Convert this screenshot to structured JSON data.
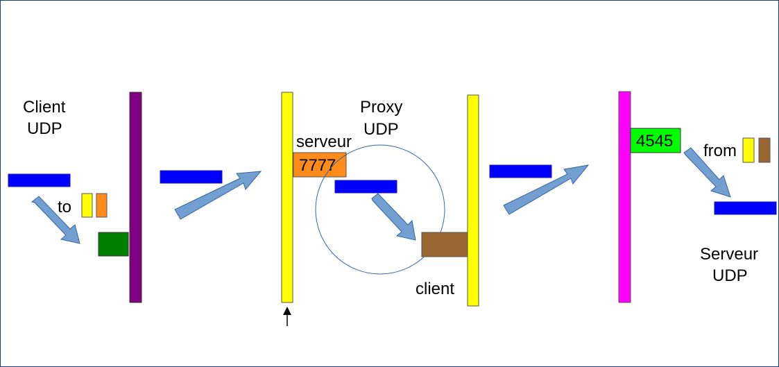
{
  "labels": {
    "client_title_line1": "Client",
    "client_title_line2": "UDP",
    "to_label": "to",
    "proxy_title_line1": "Proxy",
    "proxy_title_line2": "UDP",
    "serveur_label": "serveur",
    "port_7777": "7777",
    "client_label": "client",
    "port_4545": "4545",
    "from_label": "from",
    "server_title_line1": "Serveur",
    "server_title_line2": "UDP"
  },
  "colors": {
    "packet": "#0000ff",
    "client_socket_bar": "#800080",
    "client_port_box": "#008000",
    "proxy_bar": "#ffff00",
    "proxy_server_port": "#ff8c1a",
    "proxy_client_port": "#996633",
    "server_bar": "#ff00ff",
    "server_port_box": "#00ff00",
    "arrow_fill": "#729fcf",
    "arrow_stroke": "#3465a4",
    "circle_stroke": "#3465a4",
    "frame": "#1f3b7a"
  }
}
